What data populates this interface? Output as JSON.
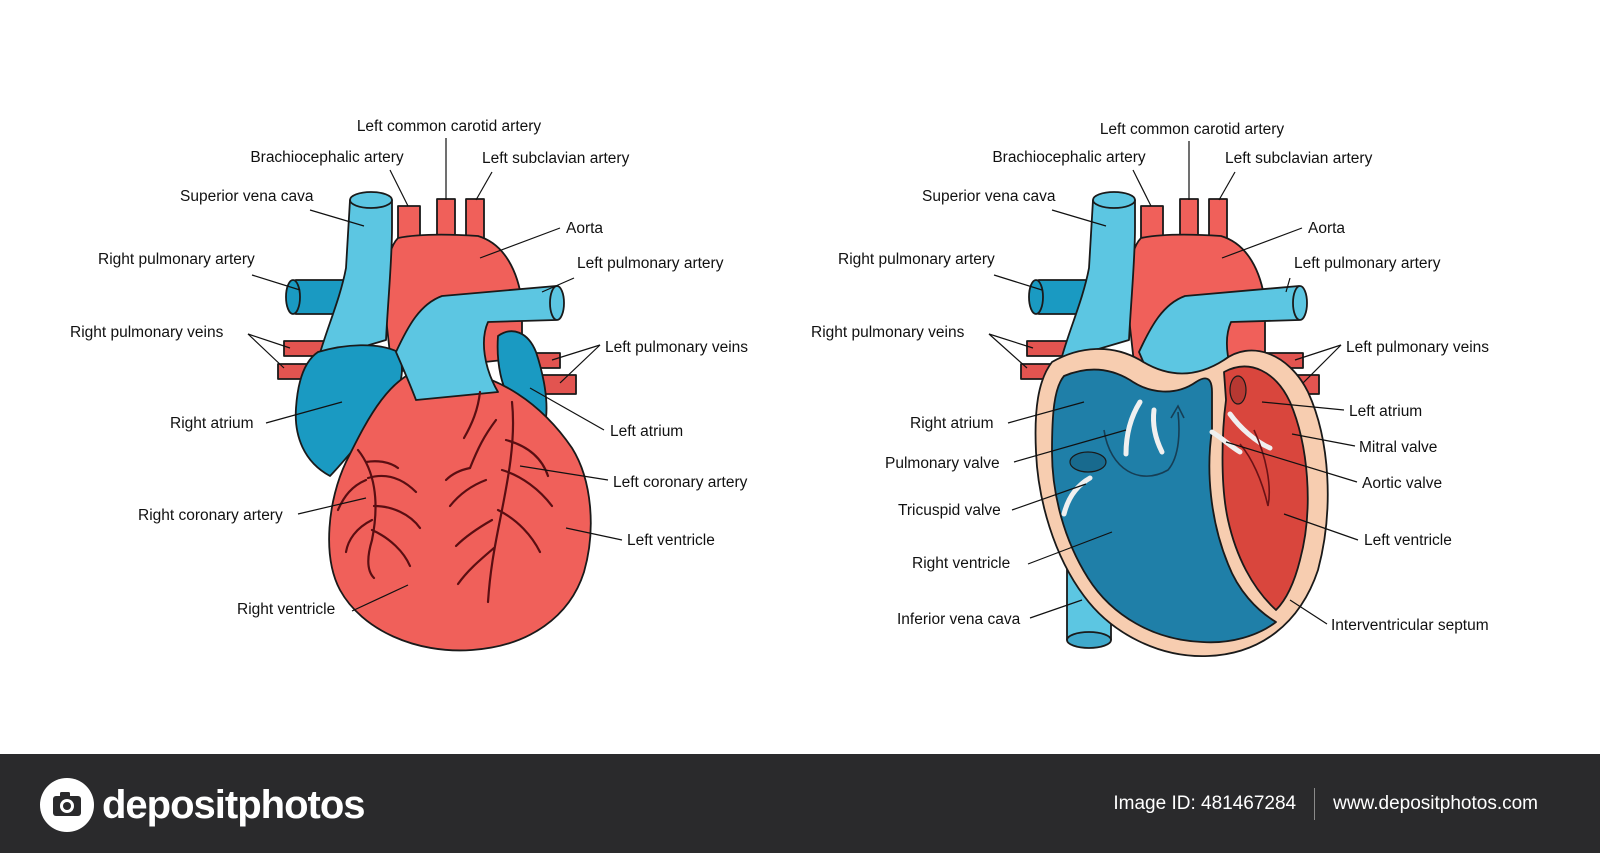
{
  "colors": {
    "artery": "#f0605a",
    "vein": "#5cc6e2",
    "chamber_blue": "#1f7fa8",
    "chamber_red": "#d9463d",
    "wall": "#f7cdb0",
    "vessel_dark": "#8e1a20",
    "footer_bg": "#2a2a2c"
  },
  "external_view": {
    "labels": {
      "left_common_carotid_artery": "Left common carotid artery",
      "brachiocephalic_artery": "Brachiocephalic artery",
      "left_subclavian_artery": "Left subclavian artery",
      "superior_vena_cava": "Superior vena cava",
      "aorta": "Aorta",
      "right_pulmonary_artery": "Right pulmonary artery",
      "left_pulmonary_artery": "Left pulmonary artery",
      "right_pulmonary_veins": "Right pulmonary veins",
      "left_pulmonary_veins": "Left pulmonary veins",
      "right_atrium": "Right atrium",
      "left_atrium": "Left atrium",
      "left_coronary_artery": "Left coronary artery",
      "right_coronary_artery": "Right coronary artery",
      "left_ventricle": "Left ventricle",
      "right_ventricle": "Right ventricle"
    }
  },
  "cross_section": {
    "labels": {
      "left_common_carotid_artery": "Left common carotid artery",
      "brachiocephalic_artery": "Brachiocephalic artery",
      "left_subclavian_artery": "Left subclavian artery",
      "superior_vena_cava": "Superior vena cava",
      "aorta": "Aorta",
      "right_pulmonary_artery": "Right pulmonary artery",
      "left_pulmonary_artery": "Left pulmonary artery",
      "right_pulmonary_veins": "Right pulmonary veins",
      "left_pulmonary_veins": "Left pulmonary veins",
      "right_atrium": "Right atrium",
      "left_atrium": "Left atrium",
      "pulmonary_valve": "Pulmonary valve",
      "mitral_valve": "Mitral valve",
      "aortic_valve": "Aortic valve",
      "tricuspid_valve": "Tricuspid valve",
      "left_ventricle": "Left ventricle",
      "right_ventricle": "Right ventricle",
      "inferior_vena_cava": "Inferior vena cava",
      "interventricular_septum": "Interventricular septum"
    }
  },
  "footer": {
    "logo_icon": "camera-icon",
    "brand": "depositphotos",
    "image_id": "Image ID: 481467284",
    "website": "www.depositphotos.com"
  }
}
